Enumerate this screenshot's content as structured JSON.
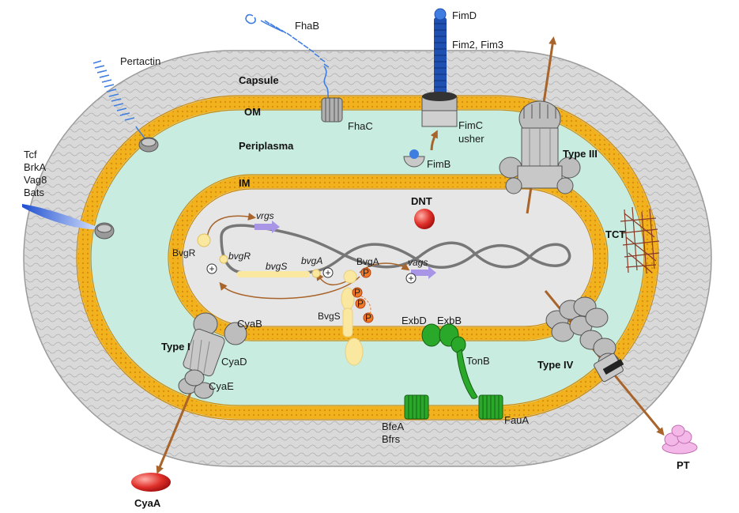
{
  "labels": {
    "fhab": "FhaB",
    "fimd": "FimD",
    "fim23": "Fim2, Fim3",
    "pertactin": "Pertactin",
    "capsule": "Capsule",
    "om": "OM",
    "fhac": "FhaC",
    "fimc": "FimC",
    "usher": "usher",
    "periplasma": "Periplasma",
    "fimb": "FimB",
    "type3": "Type III",
    "tcf": "Tcf",
    "brka": "BrkA",
    "vag8": "Vag8",
    "bats": "Bats",
    "im": "IM",
    "dnt": "DNT",
    "vrgs": "vrgs",
    "tct": "TCT",
    "bvgr_protein": "BvgR",
    "bvgr_gene": "bvgR",
    "bvgs_gene": "bvgS",
    "bvga_gene": "bvgA",
    "bvga_protein": "BvgA",
    "vags": "vags",
    "bvgs_protein": "BvgS",
    "exbd": "ExbD",
    "exbb": "ExbB",
    "cyab": "CyaB",
    "type1": "Type I",
    "cyad": "CyaD",
    "cyae": "CyaE",
    "tonb": "TonB",
    "type4": "Type IV",
    "bfea": "BfeA",
    "bfrs": "Bfrs",
    "faua": "FauA",
    "cyaa": "CyaA",
    "pt": "PT",
    "plus": "+",
    "phospho": "P"
  },
  "colors": {
    "capsule": "#d9d9d9",
    "periplasm": "#c8ecdf",
    "membrane": "#f2b21e",
    "membrane_edge": "#c98a0a",
    "cytoplasm": "#e6e6e6",
    "arrow": "#a8642a",
    "fimbria": "#1f4fb0",
    "fha": "#3f7ee0",
    "dnt": "#e0302a",
    "cyaa": "#e0302a",
    "bvgs": "#fbe8a0",
    "gene_arrow": "#a895e6",
    "phospho": "#f07a28",
    "green_protein": "#2aa82a",
    "pt": "#f4b8e8",
    "dna": "#777777"
  }
}
